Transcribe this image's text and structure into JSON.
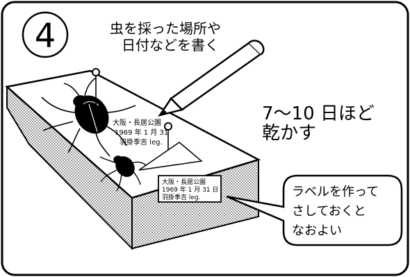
{
  "step_number": "4",
  "pencil_note": [
    "虫を採った場所や",
    "日付などを書く"
  ],
  "drying_note": [
    "7～10 日ほど",
    "乾かす"
  ],
  "label_tip": [
    "ラベルを作って",
    "さしておくと",
    "なおよい"
  ],
  "label_upper": [
    "大阪・長居公園",
    "1969 年 1 月 31",
    "羽掛季吉 leg."
  ],
  "label_lower": [
    "大阪・長居公園",
    "1969 年 1 月 31 日",
    "羽掛季吉 leg."
  ],
  "colors": {
    "ink": "#000000",
    "paper": "#ffffff"
  }
}
